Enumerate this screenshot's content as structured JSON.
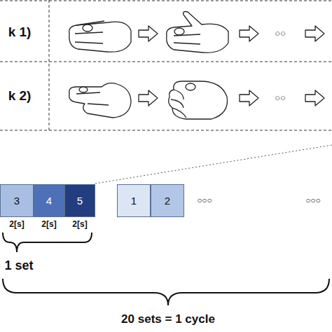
{
  "diagram": {
    "nodes": [
      {
        "text": [
          "3"
        ]
      },
      {
        "text": [
          "4"
        ]
      },
      {
        "text": [
          "5"
        ]
      },
      {
        "text": [
          "1"
        ]
      },
      {
        "text": [
          "2"
        ]
      }
    ],
    "labels": [
      "k 1)",
      "○○",
      "k 2)",
      "○○",
      "2[s]",
      "2[s]",
      "2[s]",
      "○○○",
      "○○○",
      "1 set",
      "20 sets = 1 cycle"
    ]
  }
}
